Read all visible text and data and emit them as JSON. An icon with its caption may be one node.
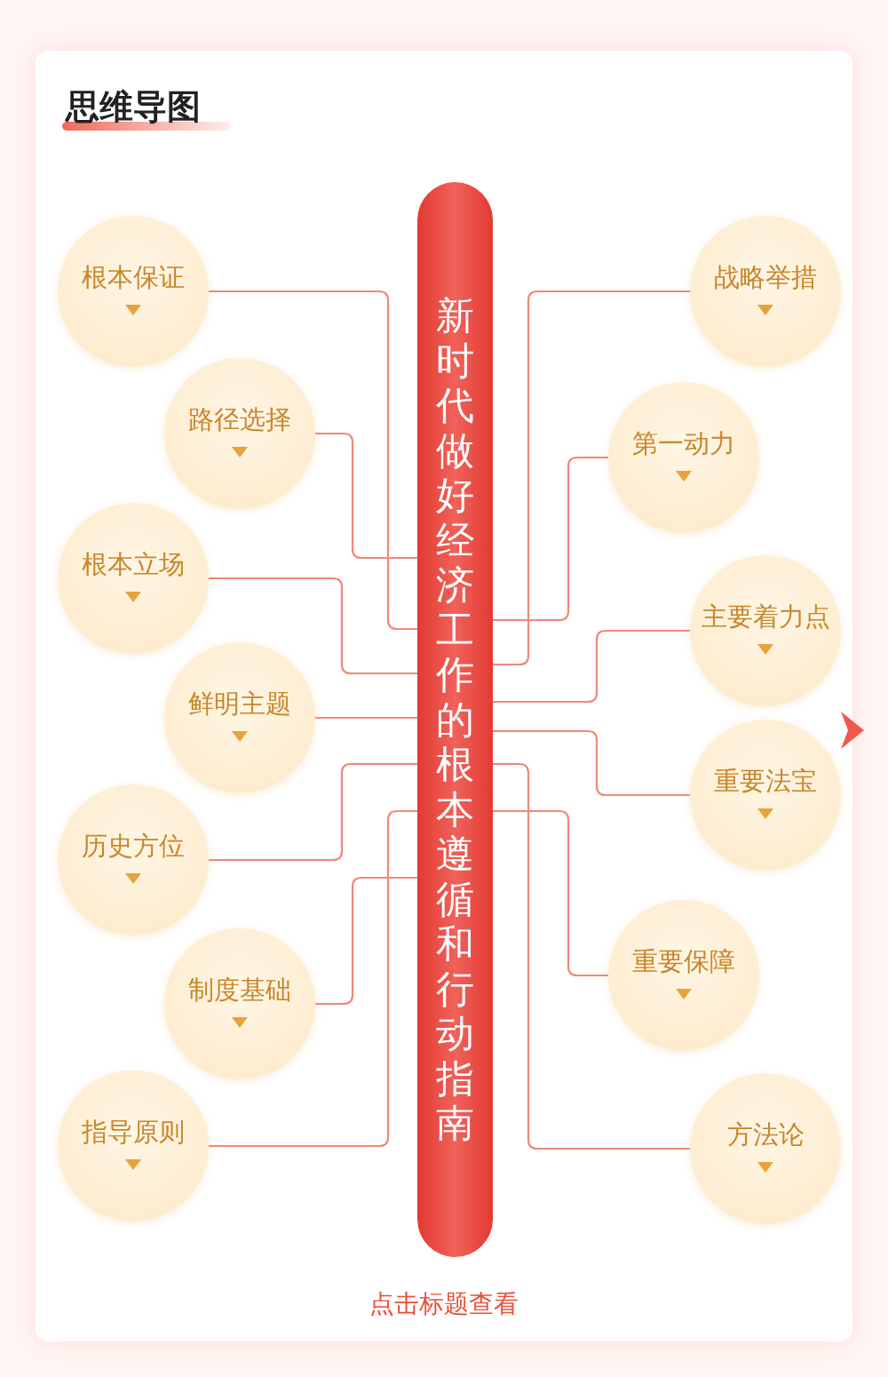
{
  "diagram": {
    "title": "思维导图",
    "nodes": [
      {
        "text": [
          "新时代做好经济工作的根本遵循和行动指南"
        ]
      },
      {
        "text": [
          "根本保证"
        ]
      },
      {
        "text": [
          "路径选择"
        ]
      },
      {
        "text": [
          "根本立场"
        ]
      },
      {
        "text": [
          "鲜明主题"
        ]
      },
      {
        "text": [
          "历史方位"
        ]
      },
      {
        "text": [
          "制度基础"
        ]
      },
      {
        "text": [
          "指导原则"
        ]
      },
      {
        "text": [
          "战略举措"
        ]
      },
      {
        "text": [
          "第一动力"
        ]
      },
      {
        "text": [
          "主要着力点"
        ]
      },
      {
        "text": [
          "重要法宝"
        ]
      },
      {
        "text": [
          "重要保障"
        ]
      },
      {
        "text": [
          "方法论"
        ]
      }
    ],
    "edges": [
      {
        "from": 0,
        "to": 1,
        "arrow": "none"
      },
      {
        "from": 0,
        "to": 2,
        "arrow": "none"
      },
      {
        "from": 0,
        "to": 3,
        "arrow": "none"
      },
      {
        "from": 0,
        "to": 4,
        "arrow": "none"
      },
      {
        "from": 0,
        "to": 5,
        "arrow": "none"
      },
      {
        "from": 0,
        "to": 6,
        "arrow": "none"
      },
      {
        "from": 0,
        "to": 7,
        "arrow": "none"
      },
      {
        "from": 0,
        "to": 8,
        "arrow": "none"
      },
      {
        "from": 0,
        "to": 9,
        "arrow": "none"
      },
      {
        "from": 0,
        "to": 10,
        "arrow": "none"
      },
      {
        "from": 0,
        "to": 11,
        "arrow": "none"
      },
      {
        "from": 0,
        "to": 12,
        "arrow": "none"
      },
      {
        "from": 0,
        "to": 13,
        "arrow": "none"
      }
    ],
    "labels": [
      "点击标题查看"
    ]
  }
}
